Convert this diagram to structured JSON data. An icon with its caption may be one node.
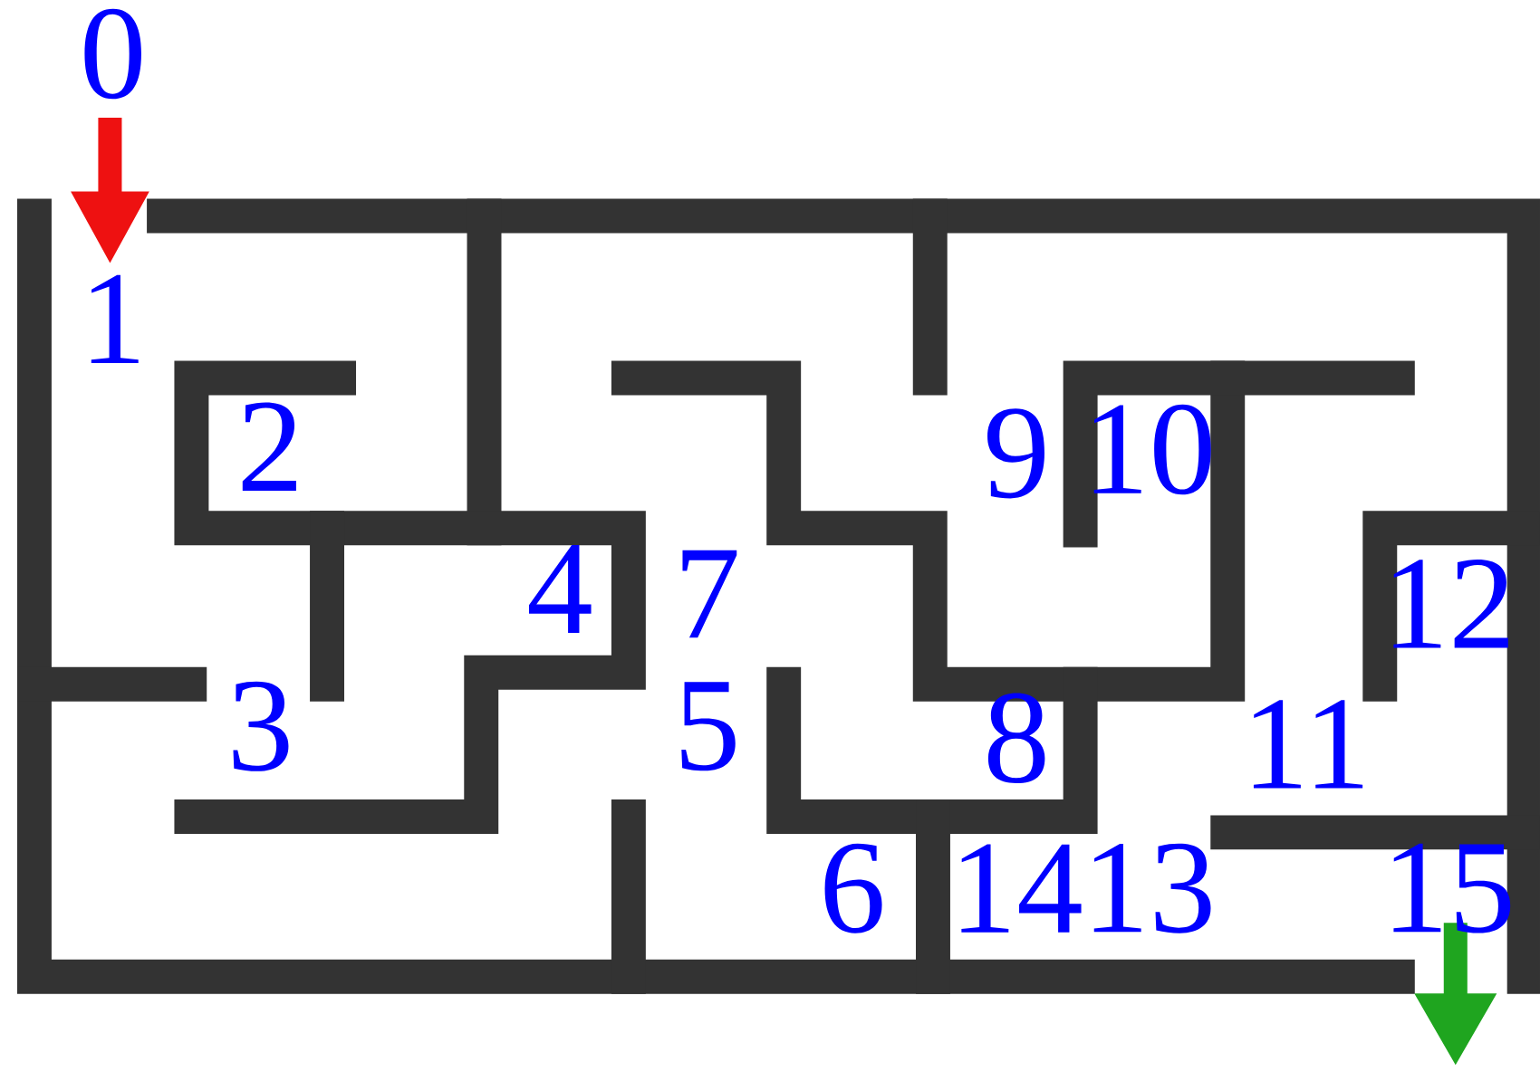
{
  "diagram": {
    "labels": [
      "0",
      "1",
      "2",
      "9",
      "10",
      "4",
      "7",
      "12",
      "3",
      "5",
      "8",
      "11",
      "6",
      "14",
      "13",
      "15"
    ]
  }
}
